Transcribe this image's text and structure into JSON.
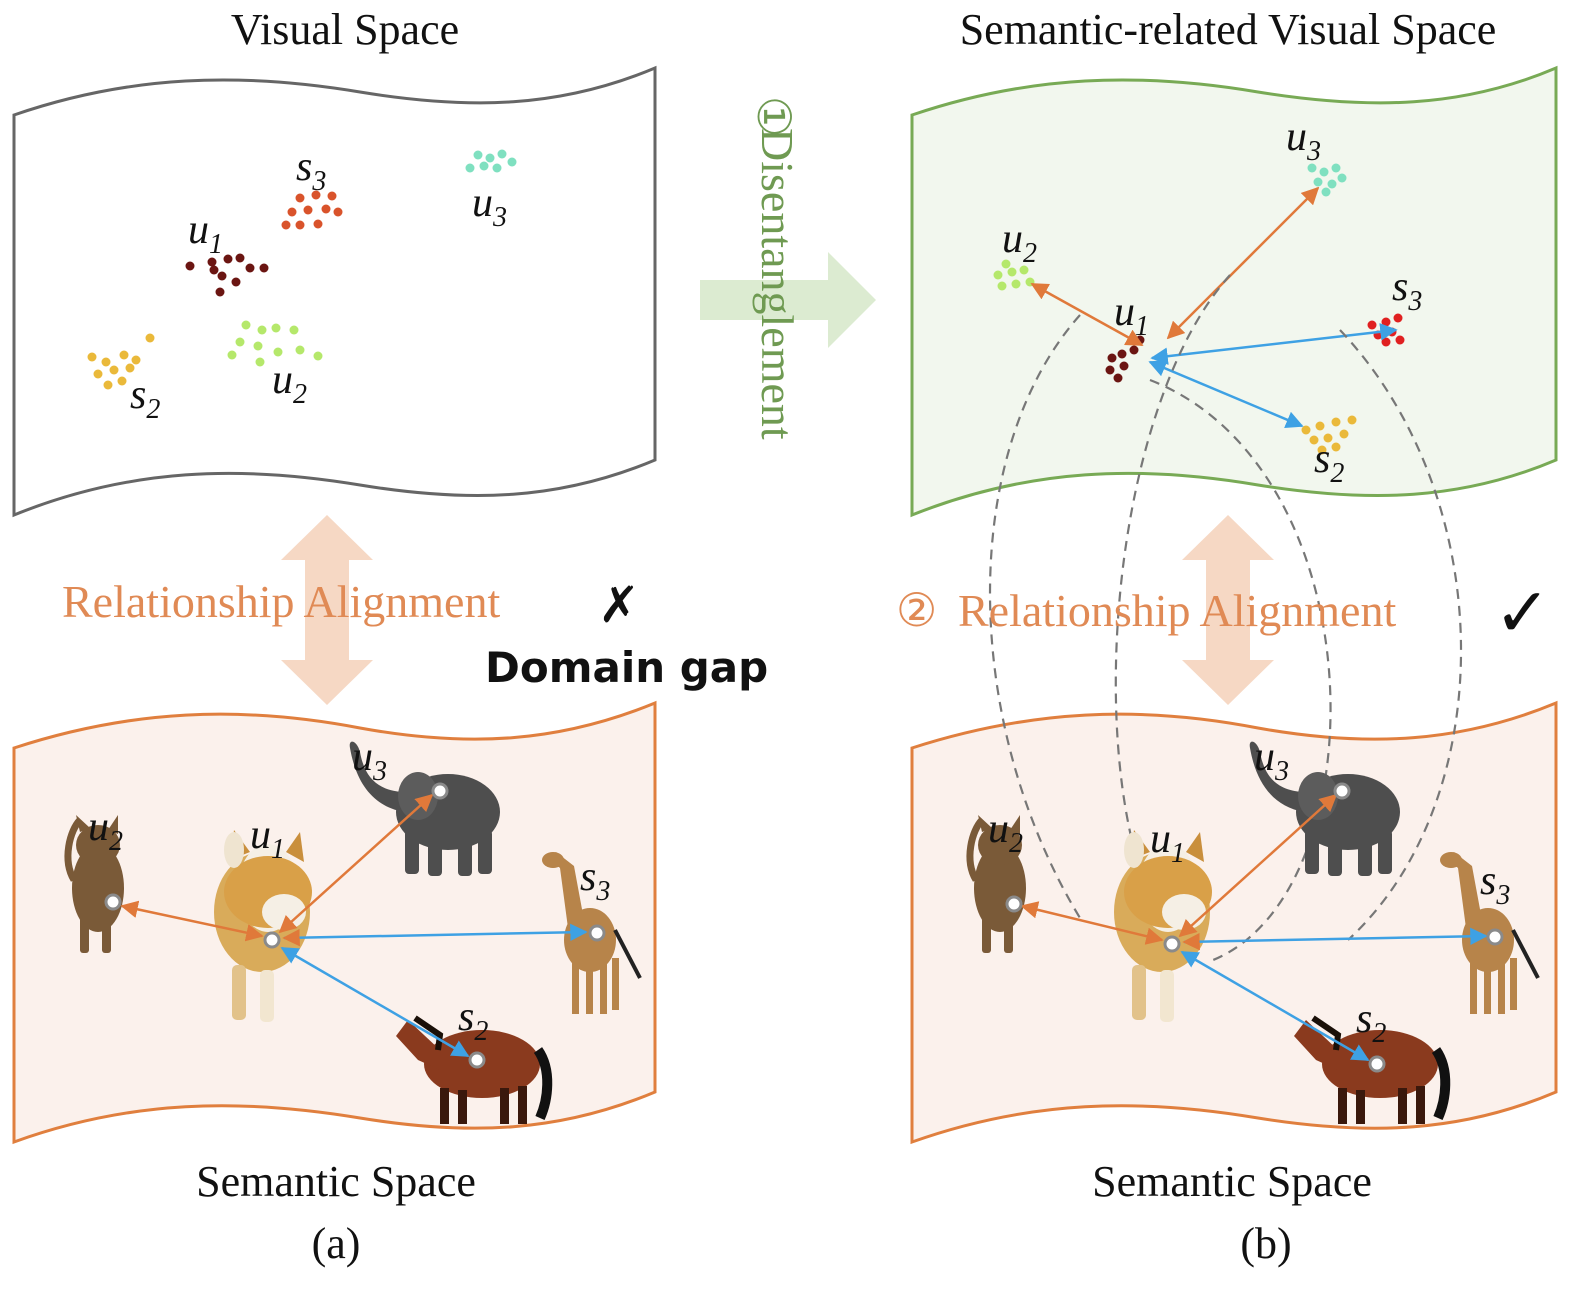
{
  "panel_a": {
    "visual_title": "Visual Space",
    "semantic_title": "Semantic Space",
    "caption": "(a)",
    "alignment_label": "Relationship Alignment",
    "cross_mark": "✗",
    "domain_gap_label": "Domain gap"
  },
  "panel_b": {
    "visual_title": "Semantic-related Visual Space",
    "semantic_title": "Semantic Space",
    "caption": "(b)",
    "disentangle_num": "①",
    "disentangle_label": "Disentanglement",
    "alignment_num": "②",
    "alignment_label": "Relationship Alignment",
    "check_mark": "✓"
  },
  "cluster_labels": {
    "u1": {
      "base": "u",
      "sub": "1"
    },
    "u2": {
      "base": "u",
      "sub": "2"
    },
    "u3": {
      "base": "u",
      "sub": "3"
    },
    "s2": {
      "base": "s",
      "sub": "2"
    },
    "s3": {
      "base": "s",
      "sub": "3"
    }
  },
  "animals": {
    "u1": "dog",
    "u2": "cat",
    "u3": "elephant",
    "s2": "horse",
    "s3": "giraffe"
  },
  "colors": {
    "u1": "#6b1512",
    "u2": "#b5e86b",
    "u3": "#7fe0c0",
    "s2": "#eab93a",
    "s3": "#d9532b",
    "s3_b": "#e02020",
    "unseen_arrow": "#e0793a",
    "seen_arrow": "#3ea1e4",
    "visual_border": "#666666",
    "semrel_border": "#78aa55",
    "semrel_fill": "#f2f7ee",
    "semantic_border": "#e07f3e",
    "semantic_fill": "#fbf1ec",
    "alignment_arrow": "#f6d8c4",
    "disentangle_arrow": "#dcebd1"
  }
}
